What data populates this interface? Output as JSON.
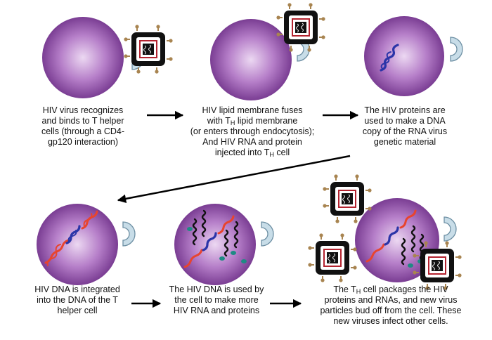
{
  "steps": [
    {
      "id": "step-1",
      "lines": [
        [
          {
            "t": "HIV virus recognizes"
          }
        ],
        [
          {
            "t": "and binds to T helper"
          }
        ],
        [
          {
            "t": "cells (through a CD4-"
          }
        ],
        [
          {
            "t": "gp120 interaction)"
          }
        ]
      ]
    },
    {
      "id": "step-2",
      "lines": [
        [
          {
            "t": "HIV lipid membrane fuses"
          }
        ],
        [
          {
            "t": "with T"
          },
          {
            "t": "H",
            "sub": true
          },
          {
            "t": " lipid membrane"
          }
        ],
        [
          {
            "t": "(or enters through endocytosis);"
          }
        ],
        [
          {
            "t": "And HIV RNA and protein"
          }
        ],
        [
          {
            "t": "injected into T"
          },
          {
            "t": "H",
            "sub": true
          },
          {
            "t": " cell"
          }
        ]
      ]
    },
    {
      "id": "step-3",
      "lines": [
        [
          {
            "t": "The HIV proteins are"
          }
        ],
        [
          {
            "t": "used to make a DNA"
          }
        ],
        [
          {
            "t": "copy of the RNA virus"
          }
        ],
        [
          {
            "t": "genetic material"
          }
        ]
      ]
    },
    {
      "id": "step-4",
      "lines": [
        [
          {
            "t": "HIV DNA is integrated"
          }
        ],
        [
          {
            "t": "into the DNA of the T"
          }
        ],
        [
          {
            "t": "helper cell"
          }
        ]
      ]
    },
    {
      "id": "step-5",
      "lines": [
        [
          {
            "t": "The HIV DNA is used by"
          }
        ],
        [
          {
            "t": "the cell to make more"
          }
        ],
        [
          {
            "t": "HIV RNA and proteins"
          }
        ]
      ]
    },
    {
      "id": "step-6",
      "lines": [
        [
          {
            "t": "The T"
          },
          {
            "t": "H",
            "sub": true
          },
          {
            "t": " cell packages the HIV"
          }
        ],
        [
          {
            "t": "proteins and RNAs, and new virus"
          }
        ],
        [
          {
            "t": "particles bud off from the cell.  These"
          }
        ],
        [
          {
            "t": "new viruses infect other cells."
          }
        ]
      ]
    }
  ],
  "colors": {
    "cell_light": "#ecd8f2",
    "cell_mid": "#b67fc9",
    "cell_dark": "#7a3d93",
    "receptor_fill": "#c8dde8",
    "receptor_stroke": "#6d8fa3",
    "dna_red": "#e8442e",
    "dna_blue": "#2b35a8",
    "protein_teal": "#1f8a84",
    "virus_outer": "#111111",
    "virus_capsid": "#b3232f",
    "spike_tan": "#a88450",
    "arrow": "#000000"
  }
}
